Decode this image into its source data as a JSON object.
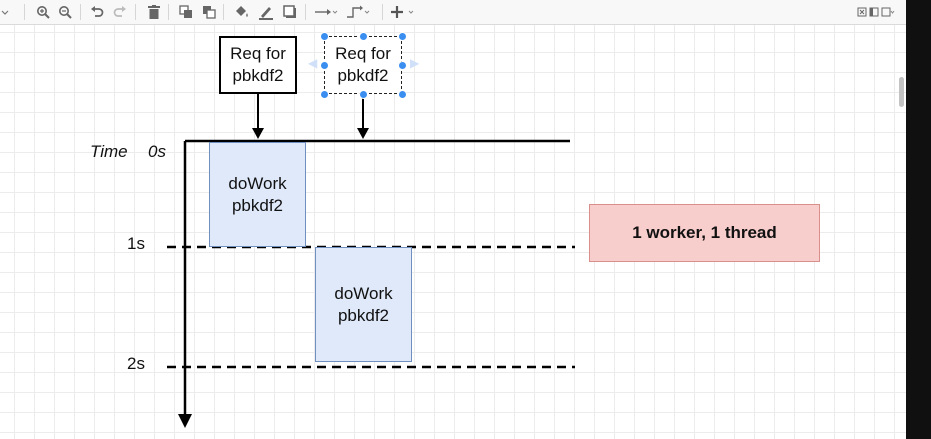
{
  "toolbar": {
    "icons": [
      "zoom-in-icon",
      "zoom-out-icon",
      "undo-icon",
      "redo-icon",
      "delete-icon",
      "to-front-icon",
      "to-back-icon",
      "fill-color-icon",
      "line-color-icon",
      "shadow-icon",
      "connection-icon",
      "waypoints-icon",
      "insert-icon",
      "format-panel-icon"
    ]
  },
  "diagram": {
    "time_label": "Time",
    "tick_0": "0s",
    "tick_1": "1s",
    "tick_2": "2s",
    "request_1": "Req for\npbkdf2",
    "request_2": "Req for\npbkdf2",
    "work_1": "doWork\npbkdf2",
    "work_2": "doWork\npbkdf2",
    "note": "1 worker, 1 thread"
  },
  "colors": {
    "work_fill": "#dfe9fa",
    "work_border": "#6f8fbf",
    "note_fill": "#f8cecc",
    "note_border": "#d98f8c",
    "selection": "#3a8ef0"
  }
}
